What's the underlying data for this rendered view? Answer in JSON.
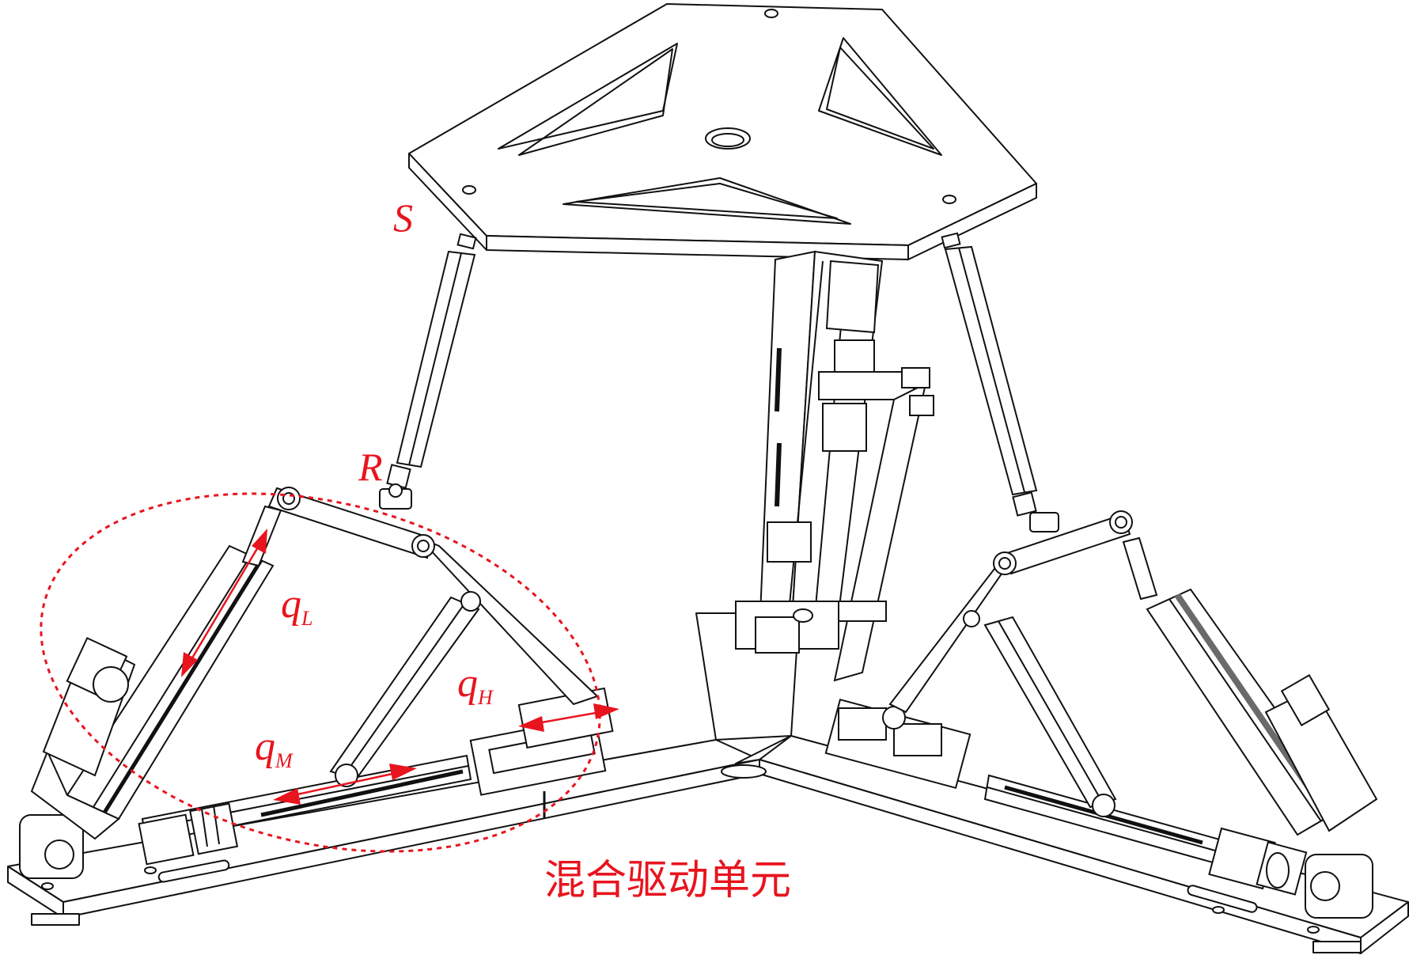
{
  "labels": {
    "S": "S",
    "R": "R",
    "qL": {
      "base": "q",
      "sub": "L"
    },
    "qH": {
      "base": "q",
      "sub": "H"
    },
    "qM": {
      "base": "q",
      "sub": "M"
    },
    "caption": "混合驱动单元"
  },
  "colors": {
    "annotation": "#e8141e",
    "line": "#111111",
    "fill": "#ffffff",
    "shade": "#6a6a6a"
  }
}
